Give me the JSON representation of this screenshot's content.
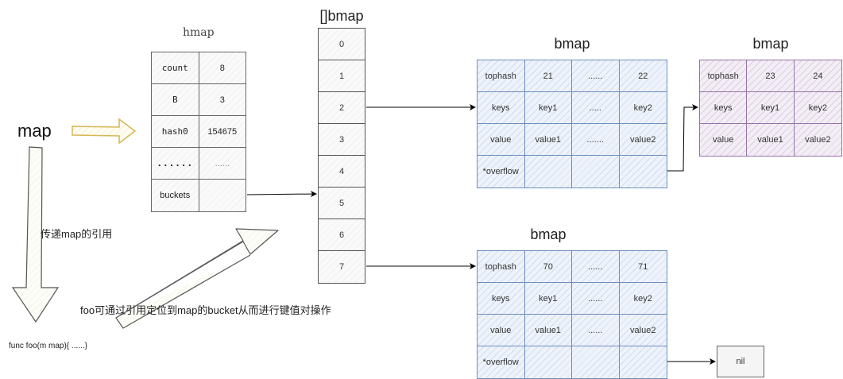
{
  "labels": {
    "map": "map",
    "pass_reference": "传递map的引用",
    "foo_desc": "foo可通过引用定位到map的bucket从而进行键值对操作",
    "func_sig": "func foo(m map){ ......}"
  },
  "hmap": {
    "title": "hmap",
    "rows": [
      {
        "key": "count",
        "value": "8"
      },
      {
        "key": "B",
        "value": "3"
      },
      {
        "key": "hash0",
        "value": "154675"
      },
      {
        "key": "......",
        "value": "......"
      },
      {
        "key": "buckets",
        "value": ""
      }
    ]
  },
  "bucket_array": {
    "title": "[]bmap",
    "slots": [
      "0",
      "1",
      "2",
      "3",
      "4",
      "5",
      "6",
      "7"
    ]
  },
  "bucket_top": {
    "title": "bmap",
    "rows": [
      [
        "tophash",
        "21",
        "......",
        "22"
      ],
      [
        "keys",
        "key1",
        ".....",
        "key2"
      ],
      [
        "value",
        "value1",
        ".......",
        "value2"
      ],
      [
        "*overflow",
        "",
        "",
        ""
      ]
    ]
  },
  "bucket_overflow": {
    "title": "bmap",
    "rows": [
      [
        "tophash",
        "23",
        "24"
      ],
      [
        "keys",
        "key1",
        "key2"
      ],
      [
        "value",
        "value1",
        "value2"
      ]
    ]
  },
  "bucket_bottom": {
    "title": "bmap",
    "rows": [
      [
        "tophash",
        "70",
        "......",
        "71"
      ],
      [
        "keys",
        "key1",
        "......",
        "key2"
      ],
      [
        "value",
        "value1",
        "......",
        "value2"
      ],
      [
        "*overflow",
        "",
        "",
        ""
      ]
    ]
  },
  "nil_box": "nil",
  "colors": {
    "blue_border": "#6c8ebf",
    "purple_border": "#9673a6",
    "yellow_arrow": "#d6b656"
  }
}
